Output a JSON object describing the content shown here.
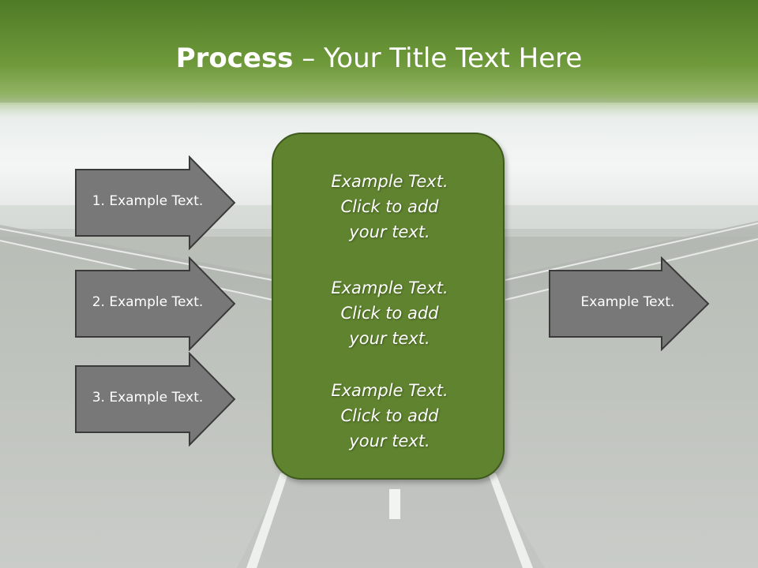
{
  "title": {
    "bold": "Process",
    "rest": " – Your Title Text Here"
  },
  "left_arrows": [
    {
      "label": "1. Example Text."
    },
    {
      "label": "2. Example Text."
    },
    {
      "label": "3. Example Text."
    }
  ],
  "center_box": {
    "items": [
      "Example Text.\nClick  to add\nyour text.",
      "Example Text.\nClick  to add\nyour text.",
      "Example Text.\nClick  to add\nyour text."
    ]
  },
  "right_arrow": {
    "label": "Example Text."
  },
  "colors": {
    "title_green": "#5e8a2e",
    "box_green": "#5f832e",
    "arrow_gray": "#7a7a7a"
  }
}
